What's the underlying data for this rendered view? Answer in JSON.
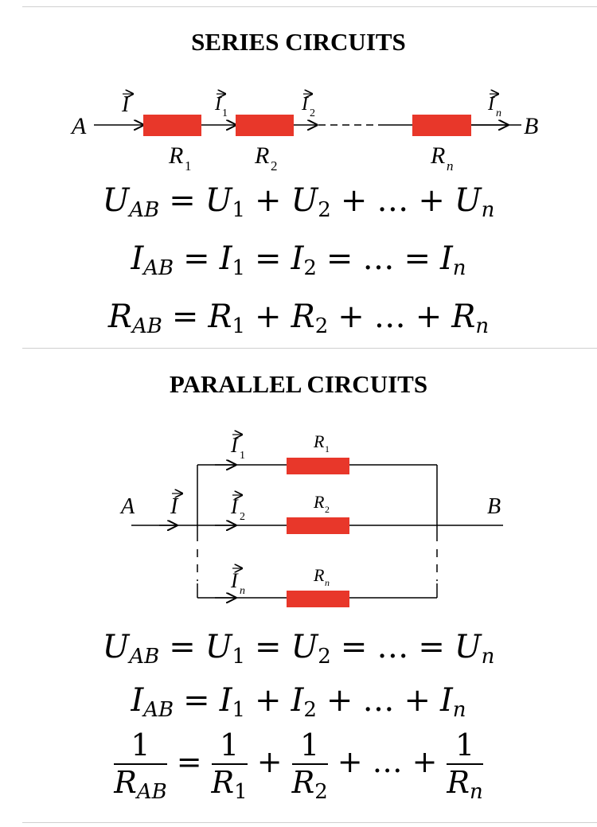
{
  "series": {
    "title": "SERIES CIRCUITS",
    "diagram": {
      "node_a": "A",
      "node_b": "B",
      "current_main": "I",
      "currents": [
        "1",
        "2",
        "n"
      ],
      "resistors": [
        "1",
        "2",
        "n"
      ],
      "resistor_letter": "R",
      "current_letter": "I"
    },
    "formulas": {
      "voltage": {
        "lhs": "U",
        "lhs_sub": "AB",
        "rhs": [
          [
            "U",
            "1"
          ],
          [
            "U",
            "2"
          ],
          [
            "…",
            ""
          ],
          [
            "U",
            "n"
          ]
        ],
        "op": "+"
      },
      "current": {
        "lhs": "I",
        "lhs_sub": "AB",
        "rhs": [
          [
            "I",
            "1"
          ],
          [
            "I",
            "2"
          ],
          [
            "…",
            ""
          ],
          [
            "I",
            "n"
          ]
        ],
        "op": "="
      },
      "resistance": {
        "lhs": "R",
        "lhs_sub": "AB",
        "rhs": [
          [
            "R",
            "1"
          ],
          [
            "R",
            "2"
          ],
          [
            "…",
            ""
          ],
          [
            "R",
            "n"
          ]
        ],
        "op": "+"
      }
    }
  },
  "parallel": {
    "title": "PARALLEL CIRCUITS",
    "diagram": {
      "node_a": "A",
      "node_b": "B",
      "current_main": "I",
      "branches": [
        {
          "current_sub": "1",
          "resistor_sub": "1"
        },
        {
          "current_sub": "2",
          "resistor_sub": "2"
        },
        {
          "current_sub": "n",
          "resistor_sub": "n"
        }
      ],
      "resistor_letter": "R",
      "current_letter": "I"
    },
    "formulas": {
      "voltage": {
        "lhs": "U",
        "lhs_sub": "AB",
        "rhs": [
          [
            "U",
            "1"
          ],
          [
            "U",
            "2"
          ],
          [
            "…",
            ""
          ],
          [
            "U",
            "n"
          ]
        ],
        "op": "="
      },
      "current": {
        "lhs": "I",
        "lhs_sub": "AB",
        "rhs": [
          [
            "I",
            "1"
          ],
          [
            "I",
            "2"
          ],
          [
            "…",
            ""
          ],
          [
            "I",
            "n"
          ]
        ],
        "op": "+"
      },
      "resistance": {
        "numerator": "1",
        "lhs": "R",
        "lhs_sub": "AB",
        "rhs": [
          [
            "R",
            "1"
          ],
          [
            "R",
            "2"
          ],
          [
            "…",
            ""
          ],
          [
            "R",
            "n"
          ]
        ],
        "op": "+"
      }
    }
  },
  "colors": {
    "resistor": "#e8372a",
    "wire": "#000000",
    "rule": "#cfcfcf"
  }
}
